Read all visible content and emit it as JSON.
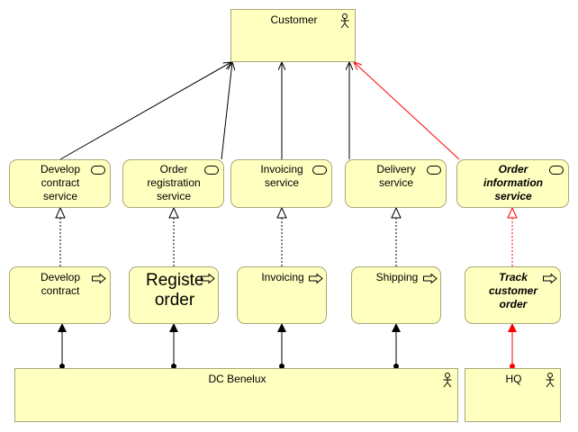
{
  "diagram": {
    "actors": {
      "customer": "Customer",
      "dc_benelux": "DC Benelux",
      "hq": "HQ"
    },
    "services": {
      "develop_contract": "Develop contract service",
      "order_registration": "Order registration service",
      "invoicing": "Invoicing service",
      "delivery": "Delivery service",
      "order_information": "Order information service"
    },
    "processes": {
      "develop_contract": "Develop contract",
      "register_order": "Register order",
      "invoicing": "Invoicing",
      "shipping": "Shipping",
      "track_customer_order": "Track customer order"
    }
  },
  "colors": {
    "node_fill": "#ffffc0",
    "node_border": "#a8a878",
    "edge": "#000000",
    "highlight_edge": "#ff0000"
  },
  "icons": {
    "actor": "actor-icon",
    "service": "service-icon",
    "process": "process-arrow-icon"
  }
}
